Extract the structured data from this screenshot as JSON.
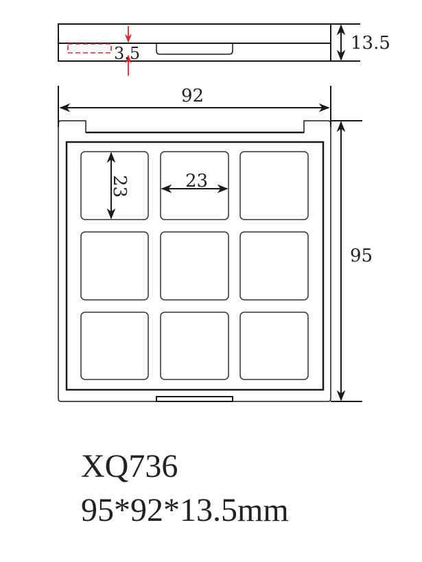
{
  "drawing": {
    "title": "Technical drawing of 9-well compact case",
    "colors": {
      "line": "#1a1a1a",
      "cell": "#333333",
      "accent": "#e0242a",
      "background": "#ffffff"
    },
    "side_view": {
      "thickness_label": "13.5",
      "step_label": "3.5"
    },
    "top_view": {
      "width_label": "92",
      "height_label": "95",
      "cell_height_label": "23",
      "cell_width_label": "23",
      "grid": {
        "rows": 3,
        "columns": 3
      }
    }
  },
  "caption": {
    "model": "XQ736",
    "dimensions": "95*92*13.5mm"
  }
}
